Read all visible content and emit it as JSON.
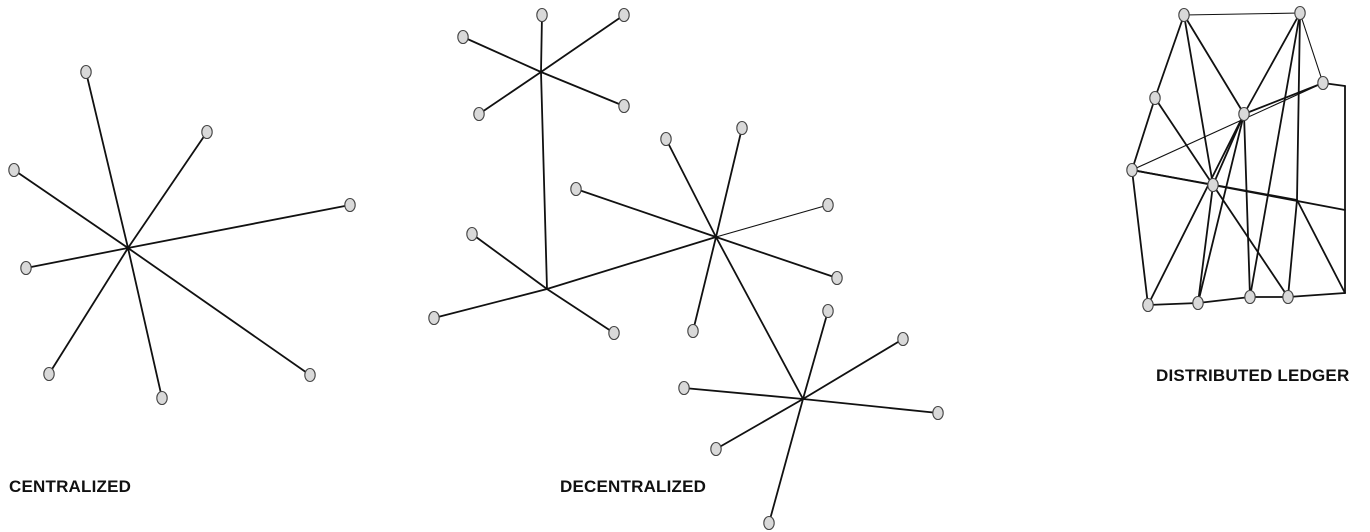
{
  "labels": {
    "centralized": "CENTRALIZED",
    "decentralized": "DECENTRALIZED",
    "distributed": "DISTRIBUTED LEDGER"
  },
  "colors": {
    "edge": "#111111",
    "node_fill": "#d9d9d9",
    "node_stroke": "#444444",
    "background": "#ffffff"
  }
}
